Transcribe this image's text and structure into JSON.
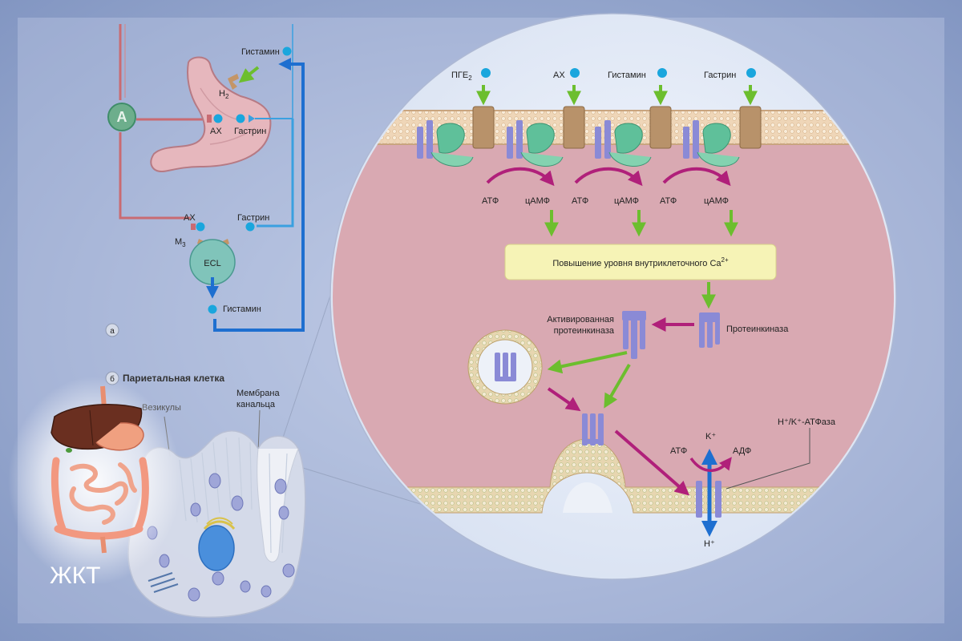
{
  "colors": {
    "background": "#8d9fc8",
    "cell_cytoplasm": "#d8a8b0",
    "membrane": "#e9c9a8",
    "receptor_purple": "#8a8ad6",
    "receptor_green": "#5fc09a",
    "receptor_brown": "#b8926a",
    "arrow_green": "#6cbe2e",
    "arrow_magenta": "#b0207a",
    "arrow_blue": "#1e6fd0",
    "ligand_blue": "#1aa6dd",
    "label_box": "#f6f3b6"
  },
  "stomach_panel": {
    "histamine_top": "Гистамин",
    "h2": "H",
    "h2_sub": "2",
    "ach": "АХ",
    "gastrin": "Гастрин",
    "ach_lower": "АХ",
    "gastrin_lower": "Гастрин",
    "m3": "M",
    "m3_sub": "3",
    "ecl": "ECL",
    "histamine_bottom": "Гистамин",
    "panel_a": "а"
  },
  "parietal_panel": {
    "panel_b": "б",
    "title": "Париетальная клетка",
    "vesicles": "Везикулы",
    "membrane_line1": "Мембрана",
    "membrane_line2": "канальца"
  },
  "zoom": {
    "ligands": [
      {
        "label": "ПГЕ",
        "sub": "2"
      },
      {
        "label": "АХ",
        "sub": ""
      },
      {
        "label": "Гистамин",
        "sub": ""
      },
      {
        "label": "Гастрин",
        "sub": ""
      }
    ],
    "atf1": "АТФ",
    "camp1": "цАМФ",
    "atf2": "АТФ",
    "camp2": "цАМФ",
    "atf3": "АТФ",
    "camp3": "цАМФ",
    "calcium_text": "Повышение уровня внутриклеточного Ca",
    "calcium_sup": "2+",
    "activated_pk_line1": "Активированная",
    "activated_pk_line2": "протеинкиназа",
    "protein_kinase": "Протеинкиназа",
    "pump_label": "H⁺/K⁺-АТФаза",
    "k_ion": "K⁺",
    "h_ion": "H⁺",
    "atp": "АТФ",
    "adp": "АДФ"
  },
  "caption": "ЖКТ"
}
